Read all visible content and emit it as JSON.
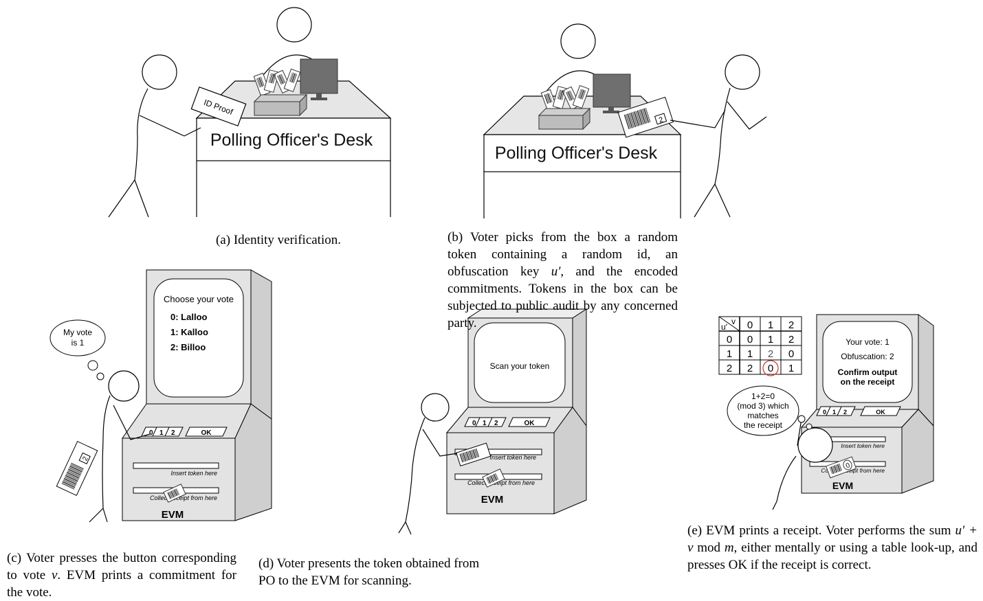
{
  "panels": {
    "a": {
      "desk_label": "Polling Officer's Desk",
      "id_card": "ID Proof",
      "caption": "(a) Identity verification."
    },
    "b": {
      "desk_label": "Polling Officer's Desk",
      "token_number": "2",
      "caption_parts": [
        "(b) Voter picks from the box a random token containing a random id, an obfuscation key ",
        "u′",
        ", and the encoded commitments. Tokens in the box can be subjected to public audit by any concerned party."
      ]
    },
    "c": {
      "thought": [
        "My vote",
        "is 1"
      ],
      "screen_title": "Choose your vote",
      "options": [
        "0: Lalloo",
        "1: Kalloo",
        "2: Billoo"
      ],
      "buttons": [
        "0",
        "1",
        "2",
        "OK"
      ],
      "slot1_label": "Insert token here",
      "slot2_label": "Collect receipt from here",
      "machine_label": "EVM",
      "token_number": "2",
      "caption_parts": [
        "(c) Voter presses the button corresponding to vote ",
        "v",
        ". EVM prints a commitment for the vote."
      ]
    },
    "d": {
      "screen_text": "Scan your token",
      "buttons": [
        "0",
        "1",
        "2",
        "OK"
      ],
      "slot1_label": "Insert token here",
      "slot2_label": "Collect receipt from here",
      "machine_label": "EVM",
      "caption": "(d) Voter presents the token obtained from PO to the EVM for scanning."
    },
    "e": {
      "table_corner_row": "u′",
      "table_corner_col": "v",
      "table_header": [
        "0",
        "1",
        "2"
      ],
      "table_rows": [
        [
          "0",
          "0",
          "1",
          "2"
        ],
        [
          "1",
          "1",
          "2",
          "0"
        ],
        [
          "2",
          "2",
          "0",
          "1"
        ]
      ],
      "screen_lines": [
        "Your vote: 1",
        "Obfuscation: 2"
      ],
      "screen_bold": [
        "Confirm output",
        "on the receipt"
      ],
      "thought": [
        "1+2=0",
        "(mod 3) which",
        "matches",
        "the receipt"
      ],
      "buttons": [
        "0",
        "1",
        "2",
        "OK"
      ],
      "slot1_label": "Insert token here",
      "slot2_label": "Collect receipt from here",
      "receipt_digit": "0",
      "machine_label": "EVM",
      "caption_parts": [
        "(e) EVM prints a receipt. Voter performs the sum ",
        "u′ + v",
        " mod ",
        "m",
        ", either mentally or using a table look-up, and presses OK if the receipt is correct."
      ]
    }
  },
  "colors": {
    "desk": "#e6e6e6",
    "machine": "#e3e3e3",
    "monitor": "#6f6f6f",
    "highlight_circle": "#d23a3a"
  }
}
